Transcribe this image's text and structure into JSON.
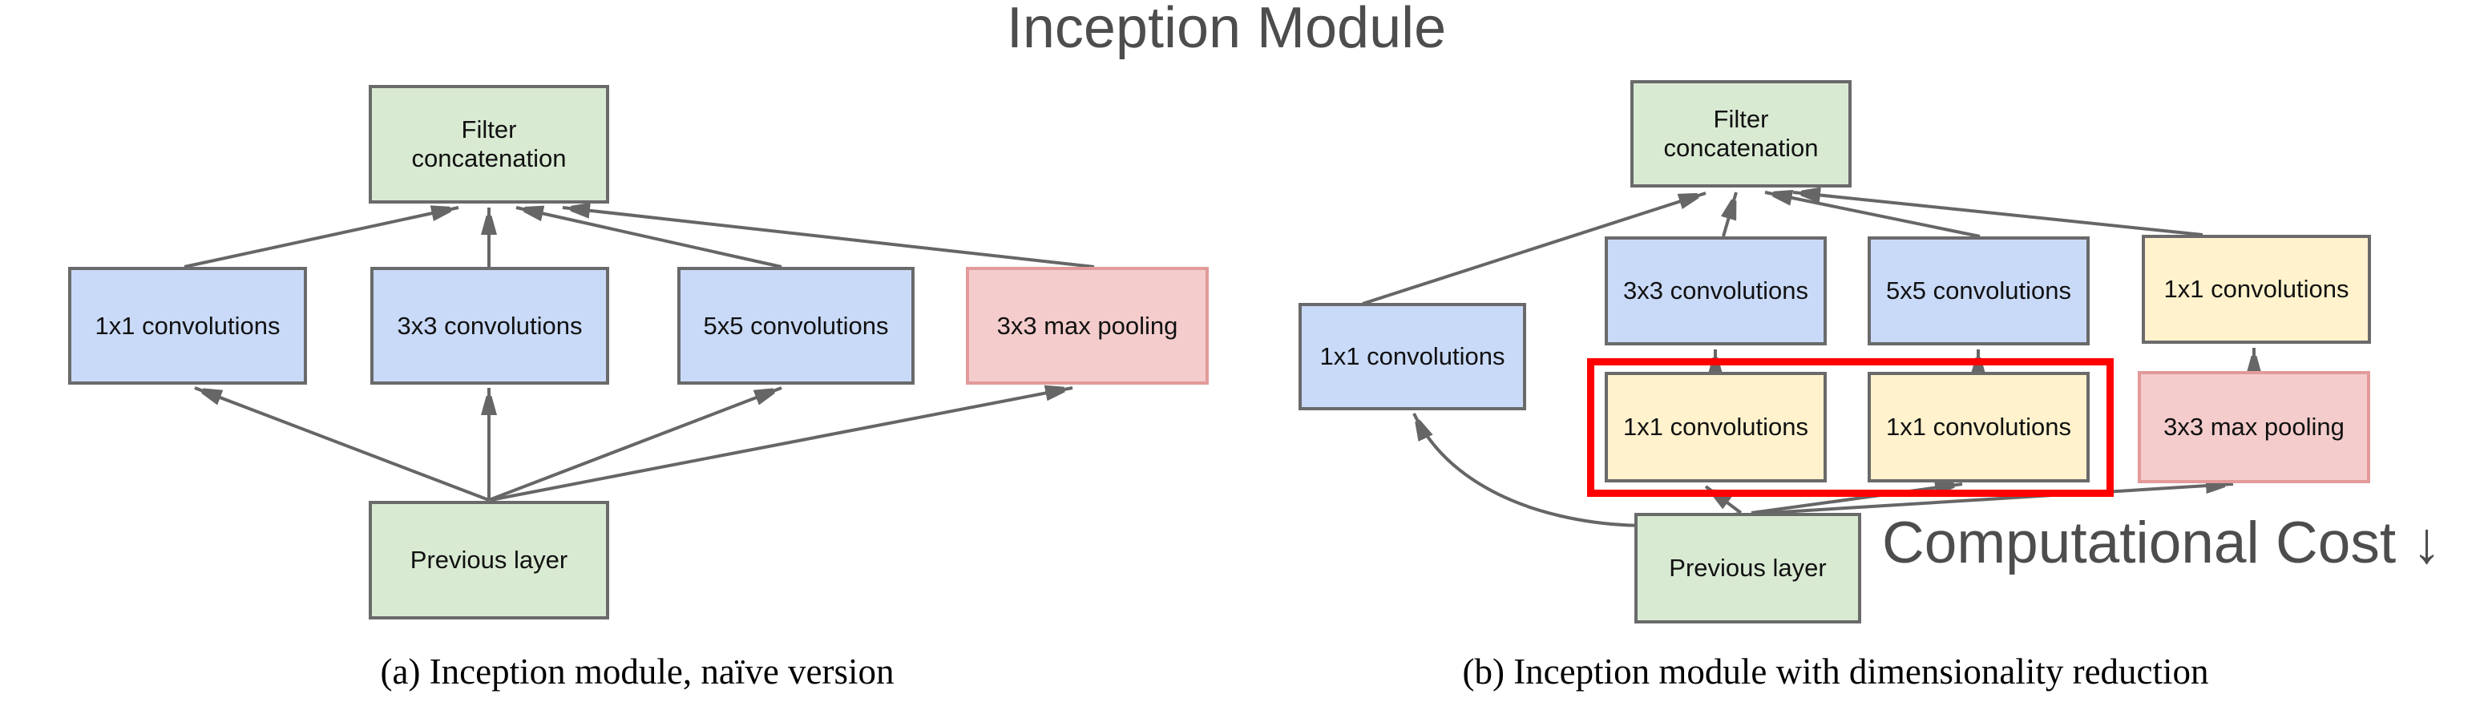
{
  "title": "Inception Module",
  "cost_note": "Computational Cost ↓",
  "diagram_a": {
    "caption": "(a) Inception module, naïve version",
    "filter_concat": "Filter concatenation",
    "conv1": "1x1 convolutions",
    "conv3": "3x3 convolutions",
    "conv5": "5x5 convolutions",
    "pool": "3x3 max pooling",
    "previous": "Previous layer"
  },
  "diagram_b": {
    "caption": "(b) Inception module with dimensionality reduction",
    "filter_concat": "Filter concatenation",
    "branch1": "1x1 convolutions",
    "conv3": "3x3 convolutions",
    "conv5": "5x5 convolutions",
    "pool_proj": "1x1 convolutions",
    "reduce3": "1x1 convolutions",
    "reduce5": "1x1 convolutions",
    "pool": "3x3 max pooling",
    "previous": "Previous layer"
  },
  "colors": {
    "green": "#d9ead3",
    "blue": "#c9daf8",
    "yellow": "#fff2cc",
    "pink": "#f4cccc",
    "pink_border": "#e39a9a",
    "box_border": "#6a6a6a",
    "arrow": "#666666",
    "highlight": "#ff0000",
    "heading_text": "#4d4d4d"
  }
}
